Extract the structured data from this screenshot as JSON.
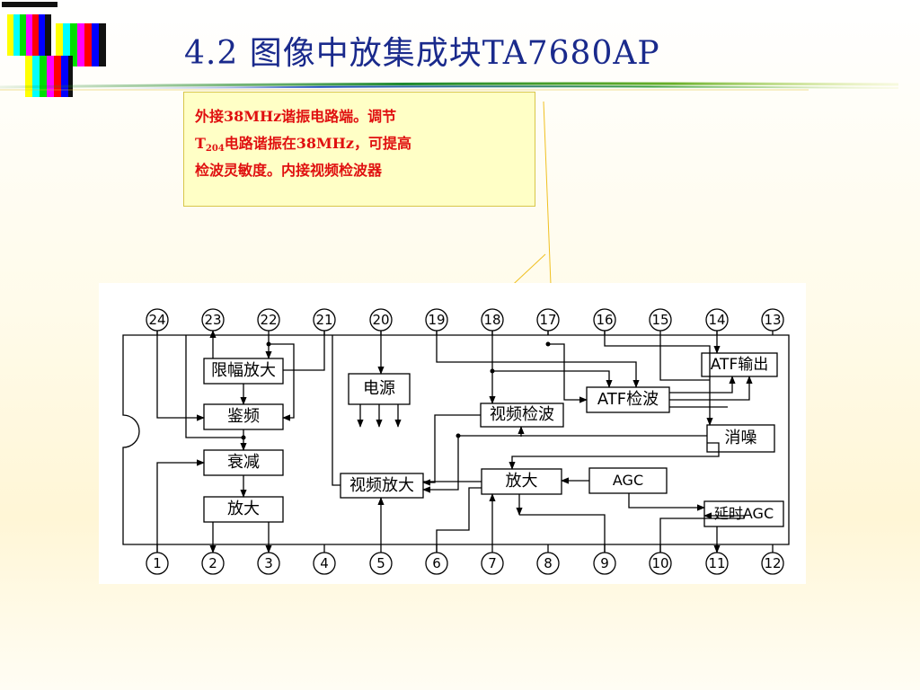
{
  "title": "4.2  图像中放集成块TA7680AP",
  "note": {
    "line1": "外接38MHz谐振电路端。调节",
    "line2_prefix": "T",
    "line2_sub": "204",
    "line2_suffix": "电路谐振在38MHz，可提高",
    "line3": "检波灵敏度。内接视频检波器"
  },
  "diagram": {
    "blocks": {
      "limiter_amp": "限幅放大",
      "discriminator": "鉴频",
      "attenuator": "衰减",
      "audio_amp": "放大",
      "power": "电源",
      "video_detector": "视频检波",
      "atf_detector": "ATF检波",
      "atf_output": "ATF输出",
      "noise_cancel": "消噪",
      "video_amp": "视频放大",
      "if_amp": "放大",
      "agc": "AGC",
      "delay_agc": "延时AGC"
    },
    "pins_top": [
      "24",
      "23",
      "22",
      "21",
      "20",
      "19",
      "18",
      "17",
      "16",
      "15",
      "14",
      "13"
    ],
    "pins_bottom": [
      "1",
      "2",
      "3",
      "4",
      "5",
      "6",
      "7",
      "8",
      "9",
      "10",
      "11",
      "12"
    ]
  },
  "colors": {
    "title": "#1a2a8c",
    "note_text": "#e01010",
    "note_bg": "#ffffc6",
    "callout_line": "#f0c020"
  }
}
